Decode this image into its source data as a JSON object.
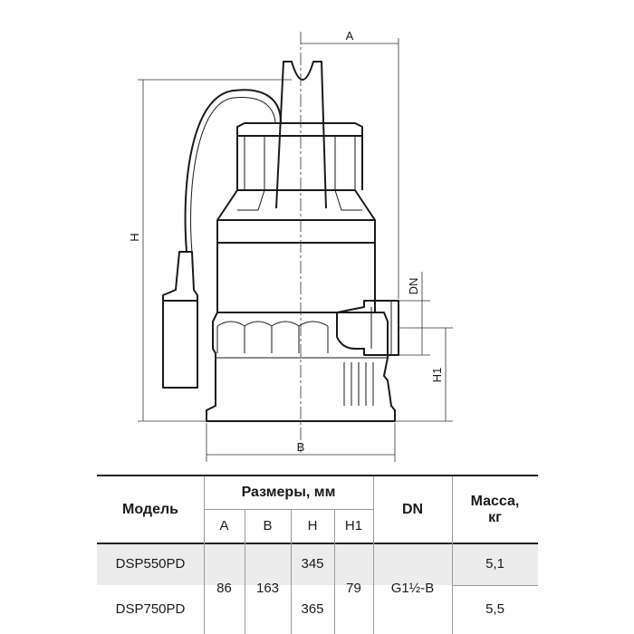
{
  "diagram": {
    "labels": {
      "a": "A",
      "b": "B",
      "h": "H",
      "h1": "H1",
      "dn": "DN"
    }
  },
  "spec_table": {
    "header": {
      "model": "Модель",
      "dimensions": "Размеры, мм",
      "dn": "DN",
      "mass": "Масса, кг",
      "a": "A",
      "b": "B",
      "h": "H",
      "h1": "H1"
    },
    "shared": {
      "a": "86",
      "b": "163",
      "h1": "79",
      "dn": "G1½-B"
    },
    "rows": [
      {
        "model": "DSP550PD",
        "h": "345",
        "mass": "5,1"
      },
      {
        "model": "DSP750PD",
        "h": "365",
        "mass": "5,5"
      }
    ]
  }
}
